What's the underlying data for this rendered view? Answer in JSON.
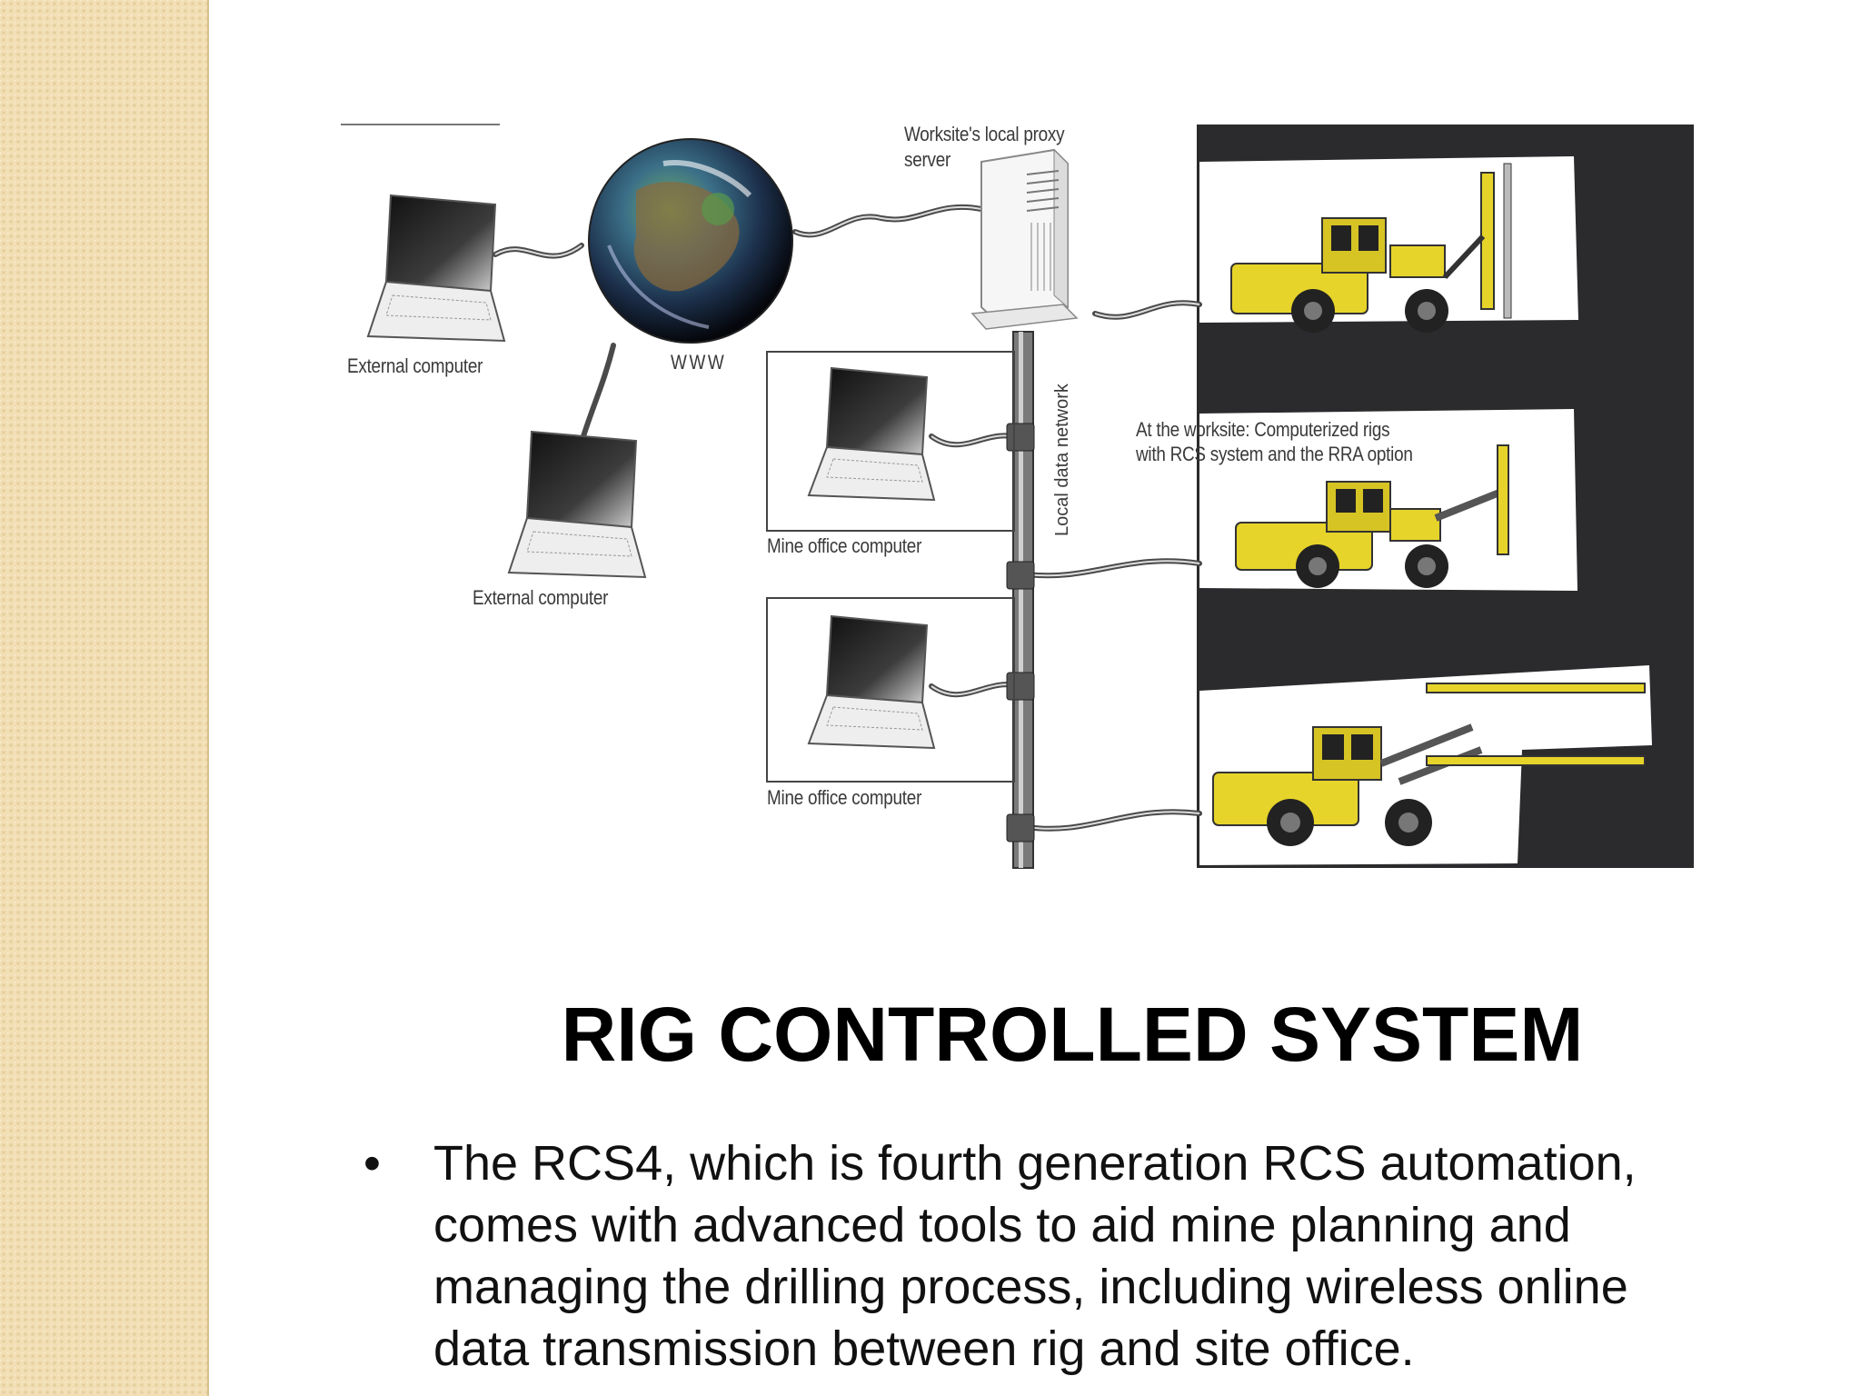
{
  "diagram": {
    "labels": {
      "external_computer_1": "External computer",
      "external_computer_2": "External computer",
      "www": "WWW",
      "proxy_server_line1": "Worksite's local proxy",
      "proxy_server_line2": "server",
      "local_data_network": "Local data network",
      "mine_office_computer_1": "Mine office computer",
      "mine_office_computer_2": "Mine office computer",
      "worksite_line1": "At the worksite: Computerized rigs",
      "worksite_line2": "with RCS system and the RRA option"
    },
    "icons": [
      "laptop-icon",
      "globe-icon",
      "server-icon",
      "drill-rig-icon"
    ],
    "colors": {
      "rig_yellow": "#e7d42a",
      "tunnel_dark": "#2b2b2d",
      "cable": "#4a4a4a",
      "sidebar": "#f2dfb6"
    }
  },
  "slide": {
    "title": "RIG CONTROLLED SYSTEM",
    "bullet_marker": "•",
    "bullet_text": "The RCS4, which is fourth generation RCS automation, comes with advanced tools to aid mine planning and managing the drilling process, including wireless online data transmission between rig and site office."
  }
}
